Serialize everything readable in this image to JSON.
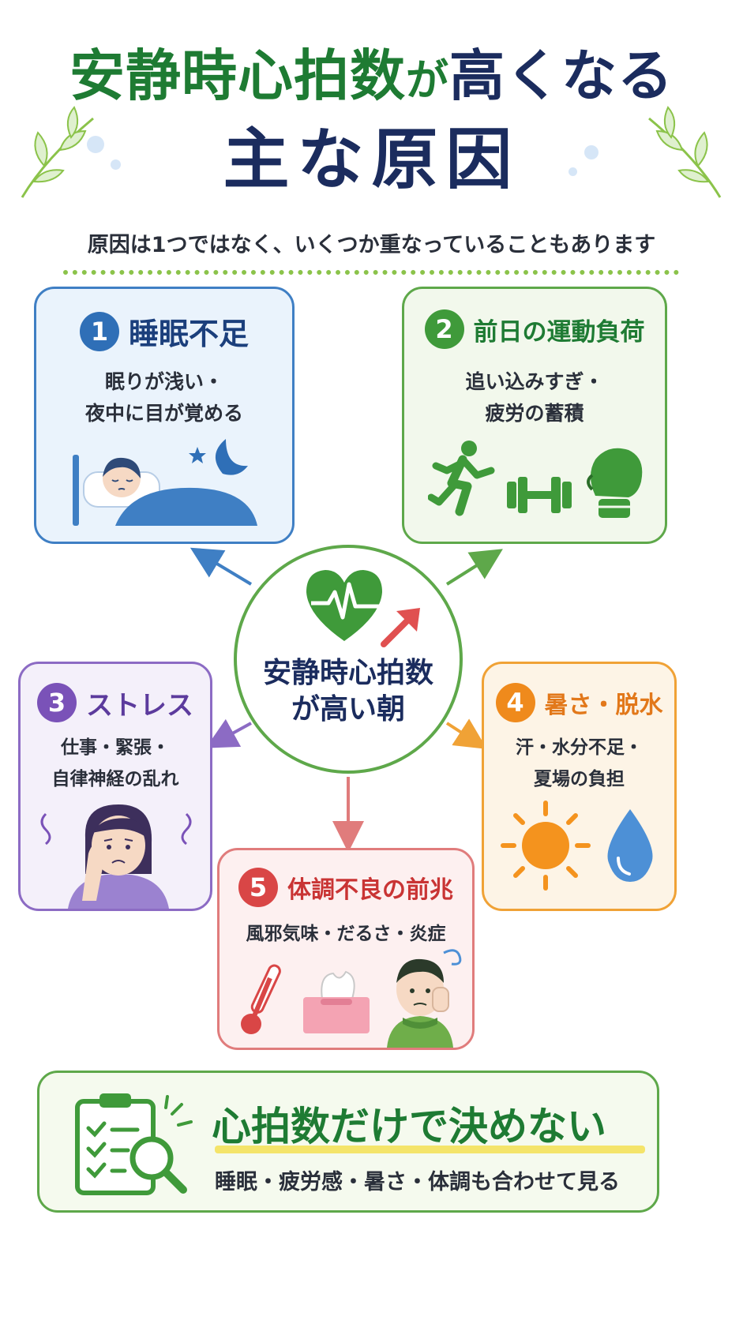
{
  "header": {
    "title_part1": "安静時心拍数",
    "title_part2": "が",
    "title_part3": "高くなる",
    "title_line2": "主な原因",
    "subtitle": "原因は1つではなく、いくつか重なっていることもあります"
  },
  "center": {
    "line1": "安静時心拍数",
    "line2": "が高い朝"
  },
  "causes": [
    {
      "number": "1",
      "title": "睡眠不足",
      "desc_line1": "眠りが浅い・",
      "desc_line2": "夜中に目が覚める",
      "color": "#2f6fb7",
      "icon": "sleeping-person-icon"
    },
    {
      "number": "2",
      "title": "前日の運動負荷",
      "desc_line1": "追い込みすぎ・",
      "desc_line2": "疲労の蓄積",
      "color": "#3f9a3a",
      "icon": "running-person-icon"
    },
    {
      "number": "3",
      "title": "ストレス",
      "desc_line1": "仕事・緊張・",
      "desc_line2": "自律神経の乱れ",
      "color": "#7a52b8",
      "icon": "stressed-person-icon"
    },
    {
      "number": "4",
      "title": "暑さ・脱水",
      "desc_line1": "汗・水分不足・",
      "desc_line2": "夏場の負担",
      "color": "#ef8a1c",
      "icon": "sun-icon"
    },
    {
      "number": "5",
      "title": "体調不良の前兆",
      "desc_line1": "風邪気味・だるさ・炎症",
      "color": "#d94646",
      "icon": "thermometer-icon"
    }
  ],
  "bottom": {
    "title": "心拍数だけで決めない",
    "sub": "睡眠・疲労感・暑さ・体調も合わせて見る",
    "icon": "clipboard-magnifier-icon"
  }
}
